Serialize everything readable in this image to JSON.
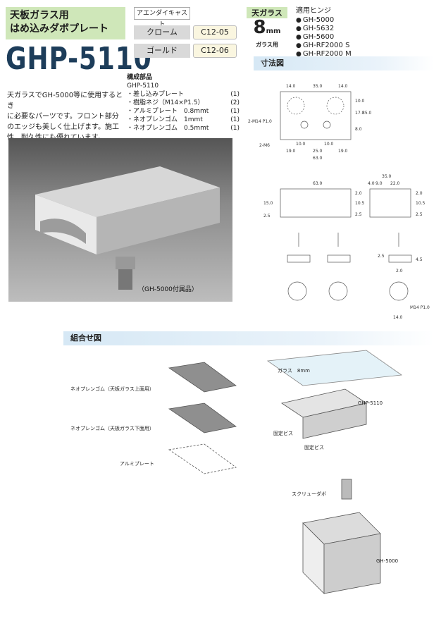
{
  "header": {
    "title_line1": "天板ガラス用",
    "title_line2": "はめ込みダボプレート",
    "model": "GHP-5110"
  },
  "finish": {
    "material": "アエンダイキャスト",
    "rows": [
      {
        "name": "クローム",
        "code": "C12-05"
      },
      {
        "name": "ゴールド",
        "code": "C12-06"
      }
    ]
  },
  "glass": {
    "label": "天ガラス",
    "thickness": "8",
    "unit": "mm",
    "sub": "ガラス用"
  },
  "hinges": {
    "heading": "適用ヒンジ",
    "items": [
      "GH-5000",
      "GH-5632",
      "GH-5600",
      "GH-RF2000 S",
      "GH-RF2000 M"
    ]
  },
  "parts": {
    "heading": "構成部品",
    "model": "GHP-5110",
    "items": [
      {
        "name": "・差し込みプレート",
        "qty": "(1)"
      },
      {
        "name": "・樹脂ネジ（M14×P1.5）",
        "qty": "(2)"
      },
      {
        "name": "・アルミプレート　0.8mmt",
        "qty": "(1)"
      },
      {
        "name": "・ネオプレンゴム　1mmt",
        "qty": "(1)"
      },
      {
        "name": "・ネオプレンゴム　0.5mmt",
        "qty": "(1)"
      }
    ]
  },
  "description": [
    "天ガラスでGH-5000等に使用するとき",
    "に必要なパーツです。フロント部分",
    "のエッジも美しく仕上げます。施工",
    "性、耐久性にも優れています。"
  ],
  "photo_caption": "（GH-5000付属品）",
  "dimensions": {
    "heading": "寸法図",
    "top": {
      "d14a": "14.0",
      "d35": "35.0",
      "d14b": "14.0",
      "d10a": "10.0",
      "d17": "17.0",
      "d35v": "35.0",
      "d8": "8.0",
      "thread": "2-M14  P1.0",
      "m6": "2-M6",
      "d10b": "10.0",
      "d10c": "10.0",
      "d19a": "19.0",
      "d25": "25.0",
      "d19b": "19.0",
      "d63": "63.0"
    },
    "front": {
      "d63": "63.0",
      "d15": "15.0",
      "d25a": "2.5",
      "d20a": "2.0",
      "d105": "10.5",
      "d25b": "2.5"
    },
    "side": {
      "d35": "35.0",
      "d40": "4.0",
      "d90": "9.0",
      "d220": "22.0",
      "d20": "2.0",
      "d105": "10.5",
      "d25": "2.5"
    },
    "small": {
      "d25": "2.5",
      "d20": "2.0",
      "d45": "4.5",
      "thread": "M14  P1.0",
      "d14": "14.0"
    }
  },
  "assembly": {
    "heading": "組合せ図",
    "neoprene_top": "ネオプレンゴム（天板ガラス上面用）",
    "neoprene_bottom": "ネオプレンゴム（天板ガラス下面用）",
    "alu": "アルミプレート",
    "glass": "ガラス　8mm",
    "product": "GHP-5110",
    "screw1": "固定ビス",
    "screw2": "固定ビス",
    "dowel": "スクリューダボ",
    "hinge": "GH-5000"
  }
}
